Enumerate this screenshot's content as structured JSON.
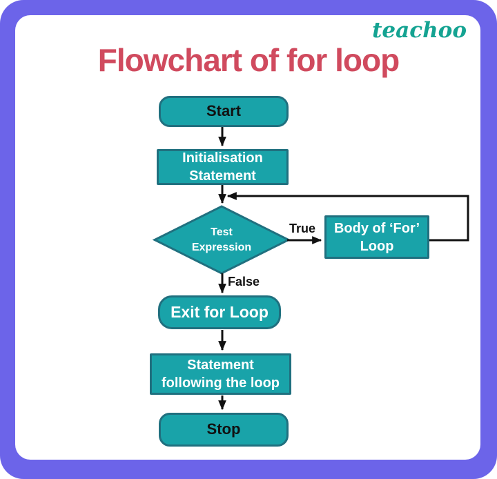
{
  "brand": {
    "logo": "teachoo"
  },
  "title": {
    "text": "Flowchart of for loop"
  },
  "flowchart": {
    "type": "flowchart",
    "nodes": {
      "start": {
        "label": "Start",
        "shape": "terminator"
      },
      "init": {
        "label": "Initialisation Statement",
        "shape": "process"
      },
      "test": {
        "label": "Test Expression",
        "shape": "decision"
      },
      "body": {
        "label": "Body of ‘For’ Loop",
        "shape": "process"
      },
      "exit": {
        "label": "Exit for Loop",
        "shape": "terminator"
      },
      "statement": {
        "label": "Statement following the loop",
        "shape": "process"
      },
      "stop": {
        "label": "Stop",
        "shape": "terminator"
      }
    },
    "edges": {
      "true_label": "True",
      "false_label": "False"
    }
  },
  "theme": {
    "frame": "#6c64e9",
    "node_fill": "#19a3a9",
    "node_border": "#20707f",
    "line": "#111111",
    "title": "#d04a5e",
    "brand": "#14a392",
    "text_light": "#ffffff",
    "text_dark": "#111111"
  }
}
